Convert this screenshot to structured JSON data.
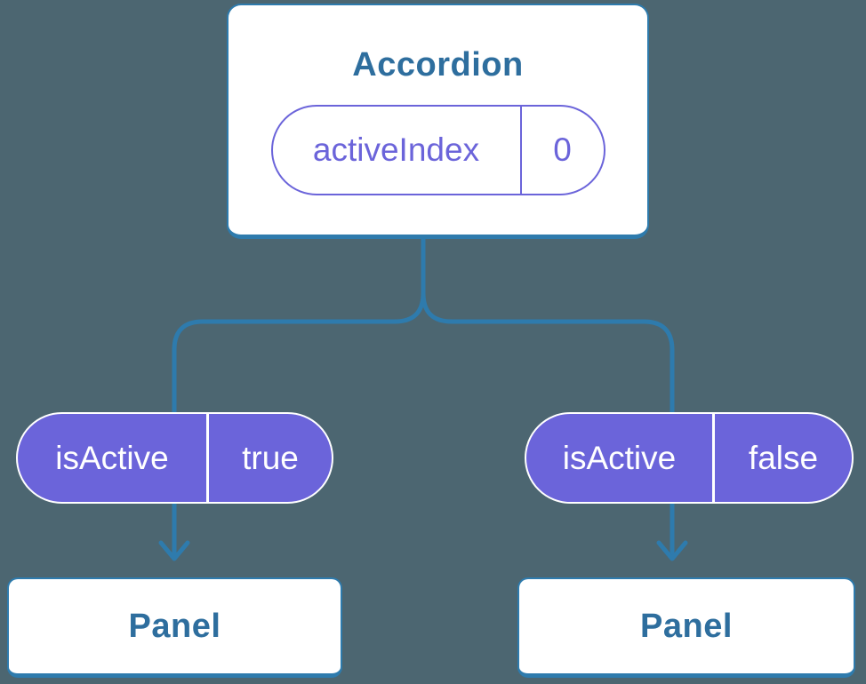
{
  "colors": {
    "background": "#4C6671",
    "line-blue": "#2E7BAD",
    "heading-blue": "#2E6E9E",
    "purple": "#6B64DA",
    "card-white": "#FFFFFF"
  },
  "tree": {
    "root": {
      "label": "Accordion",
      "state": {
        "name": "activeIndex",
        "value": "0"
      }
    },
    "children": [
      {
        "prop": {
          "name": "isActive",
          "value": "true"
        },
        "child": {
          "label": "Panel"
        }
      },
      {
        "prop": {
          "name": "isActive",
          "value": "false"
        },
        "child": {
          "label": "Panel"
        }
      }
    ]
  }
}
